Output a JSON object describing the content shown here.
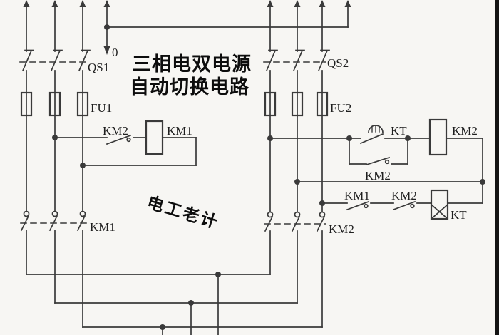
{
  "colors": {
    "background": "#f7f6f3",
    "line": "#3a3a3a",
    "text": "#1f1f1f",
    "ink": "#0d0d0d",
    "border": "#141414"
  },
  "diagram": {
    "title_line1": "三相电双电源",
    "title_line2": "自动切换电路",
    "watermark": "电工老计",
    "labels": {
      "neutral": "0",
      "qs1": "QS1",
      "qs2": "QS2",
      "fu1": "FU1",
      "fu2": "FU2",
      "km2_interlock_contact": "KM2",
      "km1_coil": "KM1",
      "kt_delay_contact": "KT",
      "km2_coil": "KM2",
      "km2_selfhold_contact": "KM2",
      "km1_nc_contact": "KM1",
      "km2_nc_contact": "KM2",
      "kt_coil": "KT",
      "km1_main_contacts": "KM1",
      "km2_main_contacts": "KM2"
    }
  }
}
